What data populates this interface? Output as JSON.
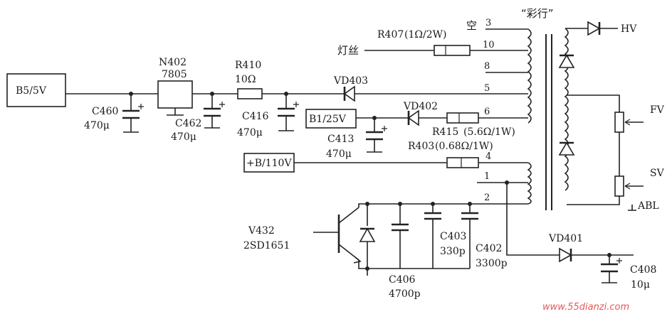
{
  "boxes": {
    "b5": "B5/5V",
    "b1": "B1/25V",
    "plusb": "+B/110V"
  },
  "components": {
    "n402": {
      "ref": "N402",
      "value": "7805"
    },
    "r410": {
      "ref": "R410",
      "value": "10Ω"
    },
    "c460": {
      "ref": "C460",
      "value": "470μ"
    },
    "c462": {
      "ref": "C462",
      "value": "470μ"
    },
    "c416": {
      "ref": "C416",
      "value": "470μ"
    },
    "c413": {
      "ref": "C413",
      "value": "470μ"
    },
    "vd403": {
      "ref": "VD403"
    },
    "vd402": {
      "ref": "VD402"
    },
    "r407": {
      "ref": "R407",
      "value": "(1Ω/2W)"
    },
    "r415": {
      "ref": "R415",
      "value": "(5.6Ω/1W)"
    },
    "r403": {
      "ref": "R403",
      "value": "(0.68Ω/1W)"
    },
    "v432": {
      "ref": "V432",
      "value": "2SD1651"
    },
    "c406": {
      "ref": "C406",
      "value": "4700p"
    },
    "c403": {
      "ref": "C403",
      "value": "330p"
    },
    "c402": {
      "ref": "C402",
      "value": "3300p"
    },
    "vd401": {
      "ref": "VD401"
    },
    "c408": {
      "ref": "C408",
      "value": "10μ"
    }
  },
  "transformer": {
    "title": "“彩行”",
    "empty_label": "空",
    "filament_label": "灯丝",
    "pins": [
      "3",
      "10",
      "8",
      "5",
      "6",
      "4",
      "1",
      "2"
    ]
  },
  "outputs": {
    "hv": "HV",
    "fv": "FV",
    "sv": "SV",
    "abl": "ABL"
  },
  "watermark": "www.55dianzi.com"
}
